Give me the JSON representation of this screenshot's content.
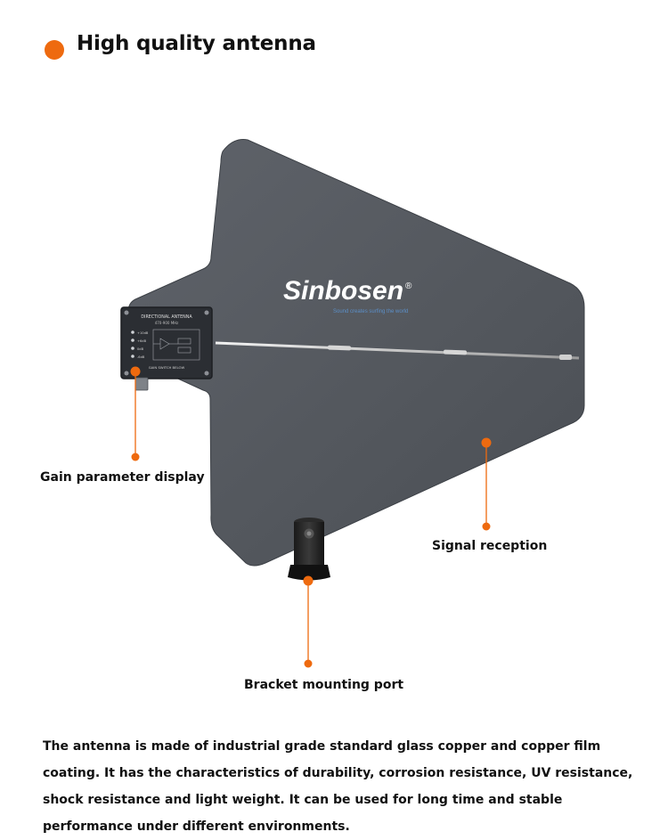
{
  "header": {
    "title": "High quality antenna",
    "accent_color": "#ee6a0f"
  },
  "product": {
    "brand": "Sinbosen",
    "brand_mark": "®",
    "tagline": "Sound creates surfing the world",
    "panel_color": "#55595f",
    "gain_module": {
      "title": "DIRECTIONAL ANTENNA",
      "frequency": "470-900 MHz",
      "switch_label": "GAIN SWITCH BELOW",
      "gain_levels": [
        "+10dB",
        "+6dB",
        "0dB",
        "-6dB"
      ]
    }
  },
  "callouts": {
    "gain": "Gain parameter display",
    "signal": "Signal reception",
    "bracket": "Bracket mounting port"
  },
  "description": "The antenna is made of industrial grade standard glass copper and copper film coating. It has the characteristics of durability, corrosion resistance, UV resistance, shock resistance and light weight. It can be used for long time and stable performance under different environments."
}
